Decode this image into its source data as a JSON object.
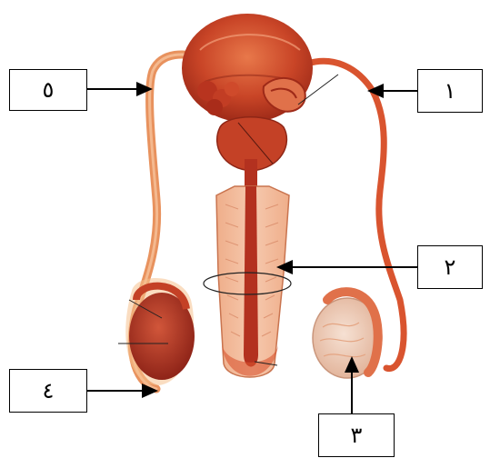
{
  "labels": {
    "box_5": "٥",
    "box_1": "١",
    "box_2": "٢",
    "box_4": "٤",
    "box_3": "٣"
  },
  "colors": {
    "tissue_dark": "#b3311f",
    "tissue_mid": "#d9542f",
    "tissue_light": "#f0a57c",
    "duct": "#e07b4a",
    "testis_pale": "#f2d2bf",
    "arrow": "#000000"
  }
}
